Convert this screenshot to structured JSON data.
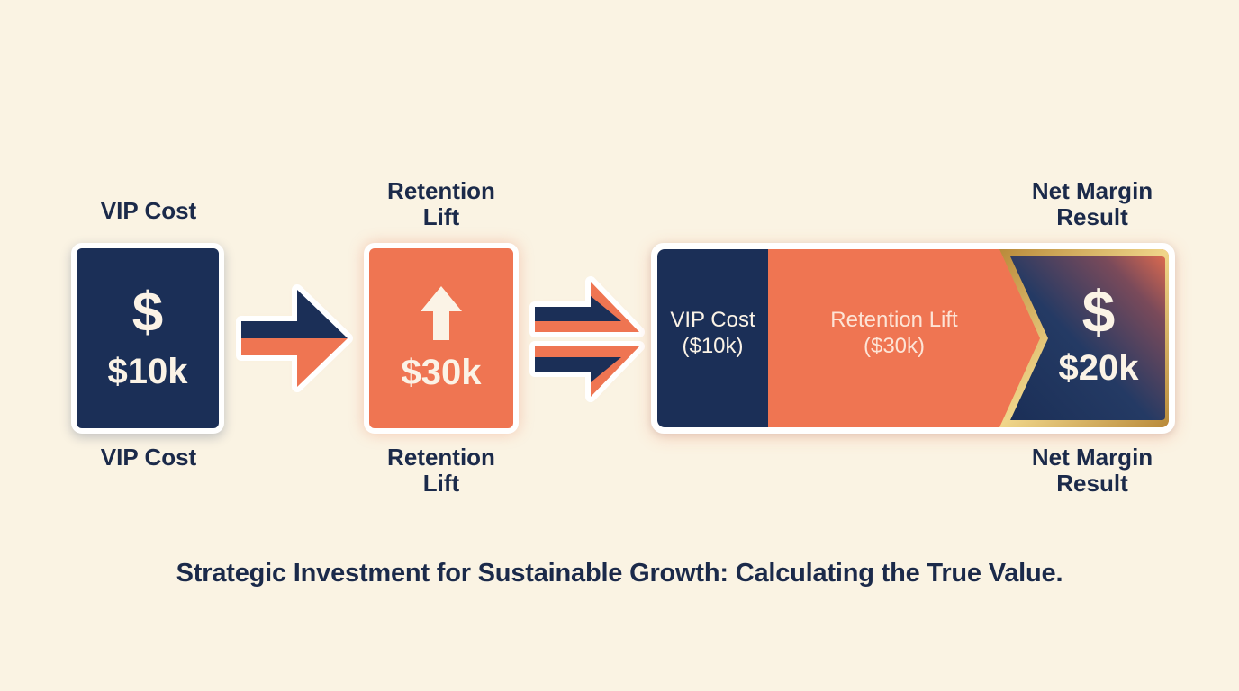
{
  "colors": {
    "background": "#faf3e3",
    "navy": "#1b2f57",
    "coral": "#ef7552",
    "gold": "#c9a24a",
    "text": "#1b2a4a"
  },
  "steps": [
    {
      "id": "vip-cost",
      "label_top": "VIP Cost",
      "label_bottom": "VIP Cost",
      "icon": "dollar-sign-icon",
      "icon_glyph": "$",
      "value": "$10k",
      "color": "navy"
    },
    {
      "id": "retention-lift",
      "label_top_line1": "Retention",
      "label_top_line2": "Lift",
      "label_bottom_line1": "Retention",
      "label_bottom_line2": "Lift",
      "icon": "arrow-up-icon",
      "value": "$30k",
      "color": "coral"
    },
    {
      "id": "net-margin-result",
      "label_top_line1": "Net Margin",
      "label_top_line2": "Result",
      "label_bottom_line1": "Net Margin",
      "label_bottom_line2": "Result",
      "icon": "dollar-sign-icon",
      "icon_glyph": "$",
      "value": "$20k"
    }
  ],
  "result_bar": {
    "segments": [
      {
        "line1": "VIP Cost",
        "line2": "($10k)",
        "color": "navy"
      },
      {
        "line1": "Retention Lift",
        "line2": "($30k)",
        "color": "coral"
      }
    ],
    "result_glyph": "$",
    "result_value": "$20k"
  },
  "connectors": [
    {
      "type": "single-arrow",
      "icon": "arrow-right-icon"
    },
    {
      "type": "double-arrow",
      "icon": "double-arrow-right-icon"
    }
  ],
  "footer": {
    "caption": "Strategic Investment for Sustainable Growth: Calculating the True Value."
  }
}
